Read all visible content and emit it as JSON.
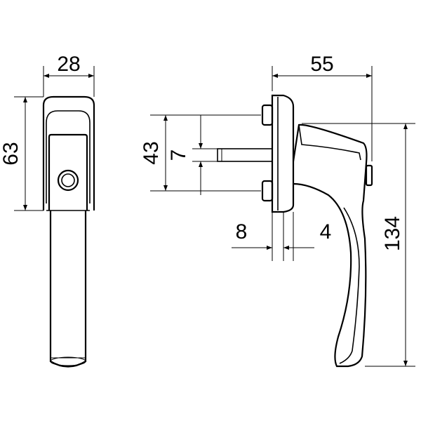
{
  "drawing": {
    "type": "technical-dimension-drawing",
    "units_implied": "mm",
    "front_view": {
      "dimensions": {
        "rose_width": "28",
        "rose_height": "63"
      }
    },
    "side_view": {
      "dimensions": {
        "projection": "55",
        "overall_height": "134",
        "screw_spacing": "43",
        "spindle_size": "7",
        "spindle_offset": "8",
        "rose_thickness": "4"
      }
    }
  }
}
